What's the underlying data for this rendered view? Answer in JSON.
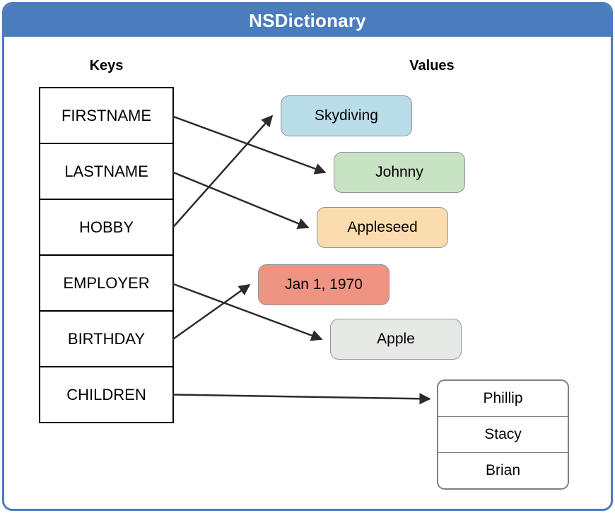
{
  "title": "NSDictionary",
  "column_headers": {
    "keys": "Keys",
    "values": "Values"
  },
  "keys": [
    {
      "id": "FIRSTNAME",
      "label": "FIRSTNAME"
    },
    {
      "id": "LASTNAME",
      "label": "LASTNAME"
    },
    {
      "id": "HOBBY",
      "label": "HOBBY"
    },
    {
      "id": "EMPLOYER",
      "label": "EMPLOYER"
    },
    {
      "id": "BIRTHDAY",
      "label": "BIRTHDAY"
    },
    {
      "id": "CHILDREN",
      "label": "CHILDREN"
    }
  ],
  "values": [
    {
      "id": "skydiving",
      "label": "Skydiving",
      "fill": "#b9dce9"
    },
    {
      "id": "johnny",
      "label": "Johnny",
      "fill": "#c8e2c4"
    },
    {
      "id": "appleseed",
      "label": "Appleseed",
      "fill": "#fbdcae"
    },
    {
      "id": "jan1970",
      "label": "Jan 1, 1970",
      "fill": "#ef9483"
    },
    {
      "id": "apple",
      "label": "Apple",
      "fill": "#e7e9e6"
    }
  ],
  "children_array": {
    "id": "children",
    "rows": [
      "Phillip",
      "Stacy",
      "Brian"
    ]
  },
  "connections": [
    {
      "from": "FIRSTNAME",
      "to": "johnny"
    },
    {
      "from": "LASTNAME",
      "to": "appleseed"
    },
    {
      "from": "HOBBY",
      "to": "skydiving"
    },
    {
      "from": "EMPLOYER",
      "to": "apple"
    },
    {
      "from": "BIRTHDAY",
      "to": "jan1970"
    },
    {
      "from": "CHILDREN",
      "to": "children"
    }
  ],
  "colors": {
    "accent_blue": "#4a7cbe",
    "title_text": "#ffffff",
    "arrow": "#2b2b2b",
    "key_table_border": "#000000",
    "value_box_border": "#8e9599"
  }
}
